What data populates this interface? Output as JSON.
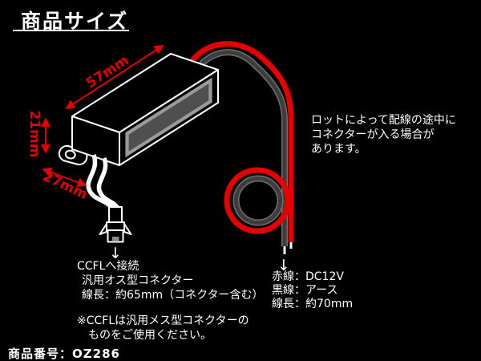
{
  "title": "商品サイズ",
  "diagram": {
    "dimensions": {
      "length": "57mm",
      "height": "21mm",
      "depth": "27mm"
    },
    "down_arrow": "↓"
  },
  "lot_note": {
    "lines": [
      "ロットによって配線の途中に",
      "コネクターが入る場合が",
      "あります。"
    ]
  },
  "ccfl_connection": {
    "heading": "CCFLへ接続",
    "connector_type": "汎用オス型コネクター",
    "wire_length": "線長：約65mm（コネクター含む）",
    "caution_line1": "※CCFLは汎用メス型コネクターの",
    "caution_line2": "ものをご使用ください。"
  },
  "power_wires": {
    "red_wire": "赤線：DC12V",
    "black_wire": "黒線：アース",
    "wire_length": "線長：約70mm"
  },
  "footer": {
    "product_number": "商品番号：OZ286"
  },
  "colors": {
    "background": "#000000",
    "accent_red": "#e60000",
    "text_white": "#ffffff",
    "wire_dark_core": "#3d3d3d",
    "wire_dark_edge": "#6e6e6e",
    "label_outer": "#9a9a9a",
    "label_inner": "#4f4f4f"
  }
}
